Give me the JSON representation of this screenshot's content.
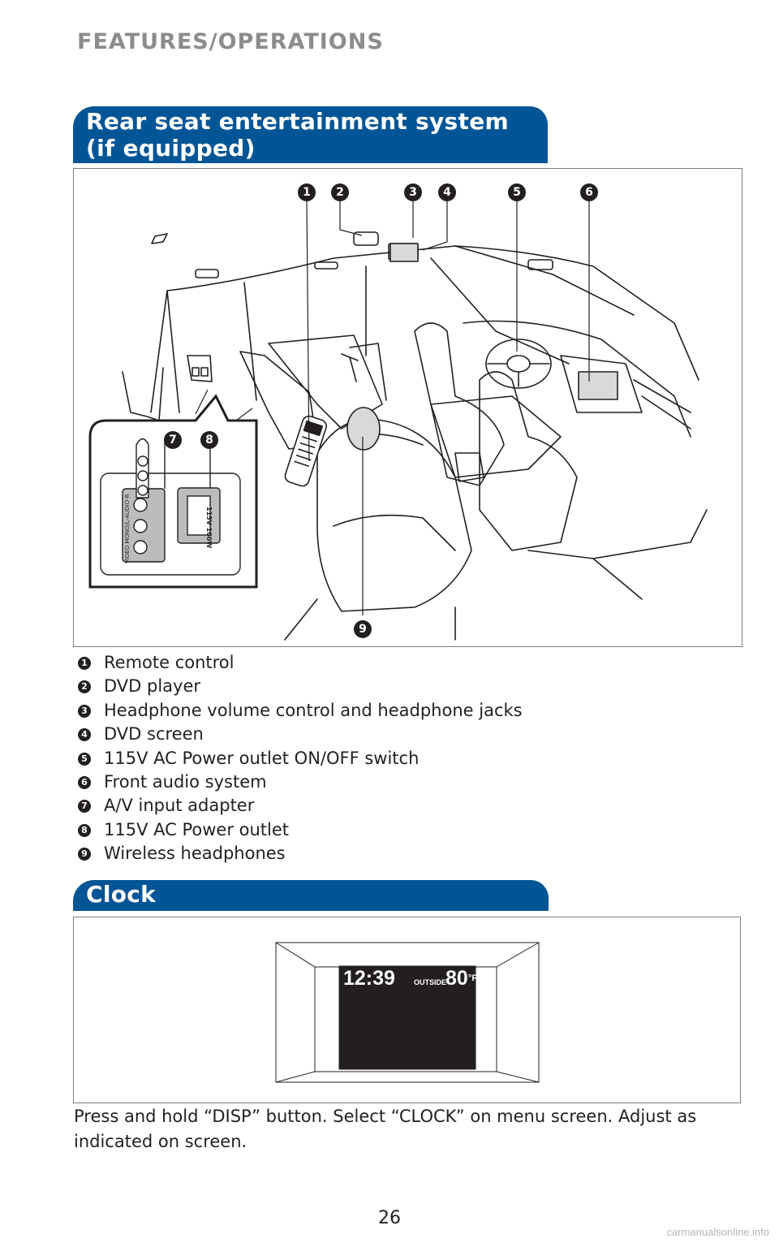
{
  "header": {
    "section": "FEATURES/OPERATIONS"
  },
  "rear_seat": {
    "title_line1": "Rear seat entertainment system",
    "title_line2": "(if equipped)",
    "callouts": [
      "1",
      "2",
      "3",
      "4",
      "5",
      "6",
      "7",
      "8",
      "9"
    ],
    "legend": [
      {
        "num": "1",
        "label": "Remote control"
      },
      {
        "num": "2",
        "label": "DVD player"
      },
      {
        "num": "3",
        "label": "Headphone volume control and headphone jacks"
      },
      {
        "num": "4",
        "label": "DVD screen"
      },
      {
        "num": "5",
        "label": "115V AC Power outlet ON/OFF switch"
      },
      {
        "num": "6",
        "label": "Front audio system"
      },
      {
        "num": "7",
        "label": "A/V input adapter"
      },
      {
        "num": "8",
        "label": "115V AC Power outlet"
      },
      {
        "num": "9",
        "label": "Wireless headphones"
      }
    ],
    "jack_label": "VIDEO MONO/L-AUDIO-R",
    "outlet_label": "115V 100W"
  },
  "clock": {
    "title": "Clock",
    "time": "12:39",
    "outside_label": "OUTSIDE",
    "temperature": "80",
    "temp_unit": "°F",
    "instructions": "Press and hold “DISP” button. Select “CLOCK” on menu screen. Adjust as indicated on screen."
  },
  "footer": {
    "page_number": "26",
    "watermark": "carmanualsonline.info"
  },
  "colors": {
    "banner": "#005596",
    "heading": "#8c8c8c",
    "text": "#231f20"
  }
}
